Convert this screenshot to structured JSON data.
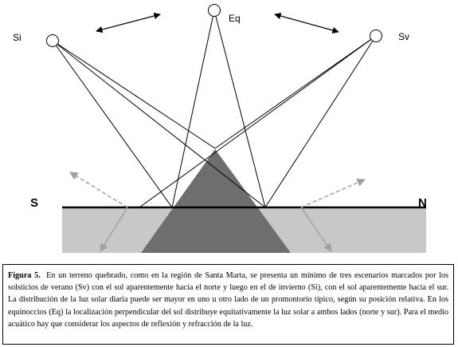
{
  "figure": {
    "suns": {
      "si": "Si",
      "eq": "Eq",
      "sv": "Sv"
    },
    "directions": {
      "south": "S",
      "north": "N"
    }
  },
  "caption": {
    "label": "Figura 5.",
    "text": "En un terreno quebrado, como en la región de Santa Marta, se presenta un mínimo de tres escenarios marcados por los solsticios de verano (Sv) con el sol aparentemente hacia el norte y luego en el de invierno (Si), con el sol aparentemente hacia el sur. La distribución de la luz solar diaria puede ser mayor en uno u otro lado de un promontorio típico, según su posición relativa. En los equinoccios (Eq) la localización perpendicular del sol distribuye equitativamente la luz solar a ambos lados (norte y sur). Para el medio acuático hay que considerar los aspectos de reflexión y refracción de la luz."
  },
  "colors": {
    "water": "#c8c8c8",
    "mountain": "#6e6e6e",
    "ray": "#000000",
    "reflection": "#a0a0a0"
  }
}
